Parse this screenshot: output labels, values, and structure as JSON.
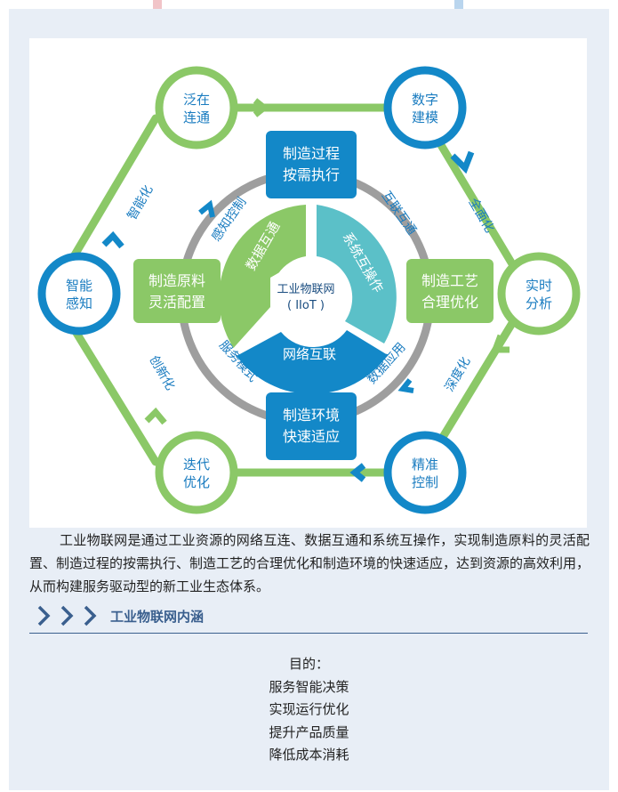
{
  "diagram": {
    "hexagon_nodes": [
      {
        "label": "泛在连通",
        "line1": "泛在",
        "line2": "连通",
        "color": "#8bc867"
      },
      {
        "label": "数字建模",
        "line1": "数字",
        "line2": "建模",
        "color": "#1388c8"
      },
      {
        "label": "实时分析",
        "line1": "实时",
        "line2": "分析",
        "color": "#8bc867"
      },
      {
        "label": "精准控制",
        "line1": "精准",
        "line2": "控制",
        "color": "#1388c8"
      },
      {
        "label": "迭代优化",
        "line1": "迭代",
        "line2": "优化",
        "color": "#8bc867"
      },
      {
        "label": "智能感知",
        "line1": "智能",
        "line2": "感知",
        "color": "#1388c8"
      }
    ],
    "edge_labels": {
      "right_upper": "全面化",
      "right_lower": "深度化",
      "left_lower": "创新化",
      "left_upper": "智能化"
    },
    "inner_boxes": {
      "top": {
        "line1": "制造过程",
        "line2": "按需执行"
      },
      "bottom": {
        "line1": "制造环境",
        "line2": "快速适应"
      },
      "left": {
        "line1": "制造原料",
        "line2": "灵活配置"
      },
      "right": {
        "line1": "制造工艺",
        "line2": "合理优化"
      }
    },
    "ring_labels": {
      "upper_left": "感知控制",
      "upper_right": "互联互通",
      "lower_left": "服务模式",
      "lower_right": "数据应用"
    },
    "core_segments": {
      "green": "数据互通",
      "teal": "系统互操作",
      "blue": "网络互联"
    },
    "center": {
      "line1": "工业物联网",
      "line2": "( IIoT )"
    },
    "colors": {
      "green": "#8bc867",
      "blue": "#1388c8",
      "teal": "#5bc0c8",
      "gray": "#9e9e9e",
      "box_blue": "#1388c8"
    }
  },
  "intro_text": "工业物联网是通过工业资源的网络互连、数据互通和系统互操作，实现制造原料的灵活配置、制造过程的按需执行、制造工艺的合理优化和制造环境的快速适应，达到资源的高效利用，从而构建服务驱动型的新工业生态体系。",
  "section": {
    "title": "工业物联网内涵",
    "chevron_icon": "chevron-right-icon"
  },
  "purpose": {
    "heading": "目的：",
    "items": [
      "服务智能决策",
      "实现运行优化",
      "提升产品质量",
      "降低成本消耗"
    ]
  }
}
